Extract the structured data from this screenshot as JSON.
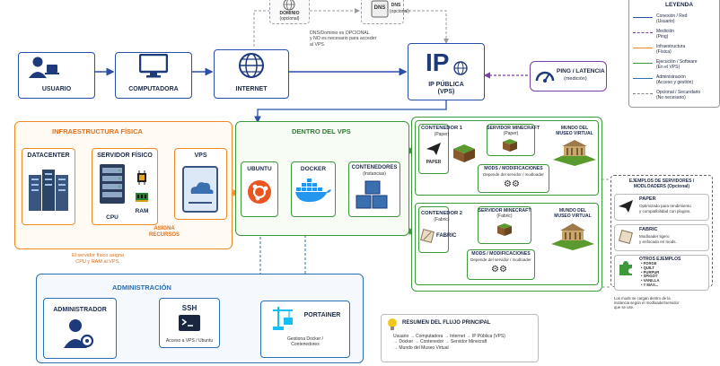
{
  "legend": {
    "title": "LEYENDA",
    "items": [
      {
        "label": "Conexión / Red\n(Usuario)",
        "color": "#2a4fa8",
        "dashed": false
      },
      {
        "label": "Medición\n(Ping)",
        "color": "#7b3fa8",
        "dashed": true
      },
      {
        "label": "Infraestructura\n(Física)",
        "color": "#f08a24",
        "dashed": false
      },
      {
        "label": "Ejecución / Software\n(En el VPS)",
        "color": "#3c9a3c",
        "dashed": false
      },
      {
        "label": "Administración\n(Acceso y gestión)",
        "color": "#2b6fb3",
        "dashed": false
      },
      {
        "label": "Opcional / Secundario\n(No necesario)",
        "color": "#888888",
        "dashed": true
      }
    ]
  },
  "top": {
    "dominio_label": "DOMINIO",
    "dominio_sub": "(opcional)",
    "dns_icon": "DNS",
    "dns_label": "DNS",
    "dns_sub": "(opcional)",
    "dns_note": "DNS/Dominio es OPCIONAL\ny NO es necesario para acceder\nal VPS.",
    "usuario": "USUARIO",
    "computadora": "COMPUTADORA",
    "internet": "INTERNET",
    "ip_icon": "IP",
    "ip_label": "IP PÚBLICA\n(VPS)",
    "ping_label": "PING / LATENCIA",
    "ping_sub": "(medición)"
  },
  "infra": {
    "title": "INFRAESTRUCTURA FÍSICA",
    "datacenter": "DATACENTER",
    "servidor": "SERVIDOR FÍSICO",
    "cpu": "CPU",
    "ram": "RAM",
    "vps": "VPS",
    "asigna": "ASIGNA\nRECURSOS",
    "note": "El servidor físico asigna\nCPU y RAM al VPS."
  },
  "vps": {
    "title": "DENTRO DEL VPS",
    "ubuntu": "UBUNTU",
    "docker": "DOCKER",
    "contenedores": "CONTENEDORES",
    "contenedores_sub": "(Instancias)"
  },
  "c1": {
    "title": "CONTENEDOR 1",
    "sub": "(Paper)",
    "brand": "PAPER",
    "server": "SERVIDOR MINECRAFT",
    "server_sub": "(Paper)",
    "world": "MUNDO DEL\nMUSEO VIRTUAL",
    "mods": "MODS / MODIFICACIONES",
    "mods_sub": "Depende del servidor / modloader"
  },
  "c2": {
    "title": "CONTENEDOR 2",
    "sub": "(Fabric)",
    "brand": "FABRIC",
    "server": "SERVIDOR MINECRAFT",
    "server_sub": "(Fabric)",
    "world": "MUNDO DEL\nMUSEO VIRTUAL",
    "mods": "MODS / MODIFICACIONES",
    "mods_sub": "Depende del servidor / modloader"
  },
  "examples": {
    "title": "EJEMPLOS DE SERVIDORES /\nMODLOADERS (Opcional)",
    "paper_t": "PAPER",
    "paper_d": "Optimizado para rendimiento\ny compatibilidad con plugins.",
    "fabric_t": "FABRIC",
    "fabric_d": "Modloader ligero\ny enfocado en mods.",
    "otros_t": "OTROS EJEMPLOS",
    "otros": "• FORGE\n• QUILT\n• PURPUR\n• SPIGOT\n• VANILLA\n• Y MÁS...",
    "note": "Los mods se cargan dentro de la\ninstancia según el modloader/servidor\nque se use."
  },
  "admin": {
    "title": "ADMINISTRACIÓN",
    "administrador": "ADMINISTRADOR",
    "ssh": "SSH",
    "ssh_sub": "Acceso a VPS / Ubuntu",
    "portainer": "PORTAINER",
    "portainer_sub": "Gestiona Docker /\nContenedores"
  },
  "summary": {
    "title": "RESUMEN DEL FLUJO PRINCIPAL",
    "text": "Usuario → Computadora → Internet → IP Pública (VPS)\n→ Docker → Contenedor → Servidor Minecraft\n→ Mundo del Museo Virtual"
  }
}
